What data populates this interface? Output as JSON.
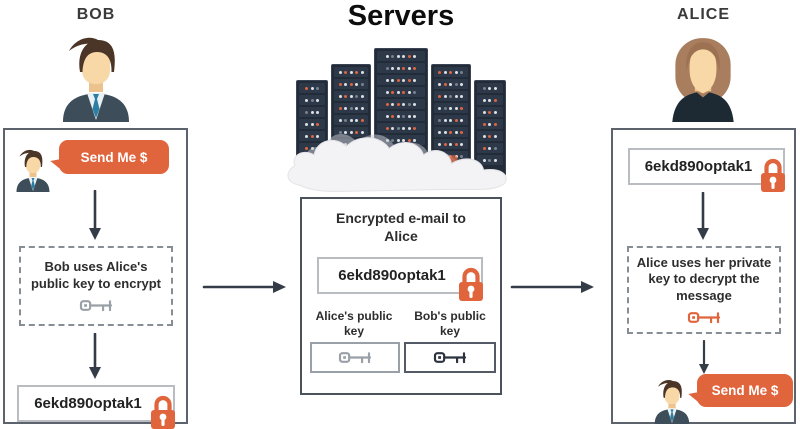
{
  "labels": {
    "bob": "BOB",
    "servers": "Servers",
    "alice": "ALICE"
  },
  "bob_panel": {
    "message_bubble": "Send Me $",
    "process_note": "Bob uses Alice's public key to encrypt",
    "ciphertext": "6ekd890optak1"
  },
  "server_panel": {
    "title": "Encrypted e-mail to Alice",
    "ciphertext": "6ekd890optak1",
    "alice_key_label": "Alice's public key",
    "bob_key_label": "Bob's public key"
  },
  "alice_panel": {
    "ciphertext": "6ekd890optak1",
    "process_note": "Alice uses her private key to decrypt the message",
    "message_bubble": "Send Me $"
  },
  "colors": {
    "accent_orange": "#e0643c",
    "arrow_ink": "#343c48",
    "public_key_gray": "#9aa0a7",
    "private_key_dark": "#2c333e"
  },
  "icons": {
    "lock": "padlock-icon",
    "key": "key-icon",
    "bob_avatar": "male-avatar",
    "alice_avatar": "female-avatar"
  }
}
